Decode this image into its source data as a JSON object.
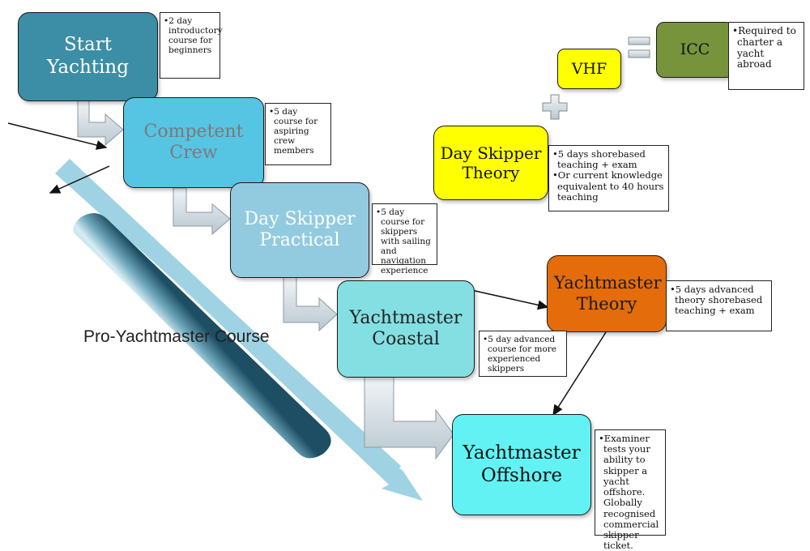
{
  "stages": {
    "start_yachting": {
      "label": "Start Yachting",
      "note": [
        "2 day introductory course for beginners"
      ]
    },
    "competent_crew": {
      "label": "Competent Crew",
      "note": [
        "5 day course for aspiring crew members"
      ]
    },
    "day_skipper_practical": {
      "label": "Day Skipper Practical",
      "note": [
        "5 day course for skippers with sailing and navigation experience"
      ]
    },
    "yachtmaster_coastal": {
      "label": "Yachtmaster Coastal",
      "note": [
        "5 day advanced course for more experienced skippers"
      ]
    },
    "yachtmaster_offshore": {
      "label": "Yachtmaster Offshore",
      "note": [
        "Examiner tests your ability to skipper a yacht offshore. Globally recognised commercial skipper ticket."
      ]
    },
    "day_skipper_theory": {
      "label": "Day Skipper Theory",
      "note": [
        "5 days shorebased teaching + exam",
        "Or current knowledge equivalent to 40 hours teaching"
      ]
    },
    "yachtmaster_theory": {
      "label": "Yachtmaster Theory",
      "note": [
        "5 days advanced theory shorebased teaching + exam"
      ]
    },
    "vhf": {
      "label": "VHF"
    },
    "icc": {
      "label": "ICC",
      "note": [
        "Required to charter a yacht abroad"
      ]
    }
  },
  "course_label": "Pro-Yachtmaster Course",
  "colors": {
    "start_yachting": "#3b8ea5",
    "competent_crew": "#56c4e3",
    "day_skipper_practical": "#92cbdf",
    "yachtmaster_coastal": "#84dfe2",
    "yachtmaster_offshore": "#62f2f4",
    "day_skipper_theory": "#ffff00",
    "yachtmaster_theory": "#e46c0a",
    "vhf": "#ffff00",
    "icc": "#77933c",
    "competent_crew_text": "#7a7a7a",
    "big_arrow": "#9fd3e3"
  }
}
